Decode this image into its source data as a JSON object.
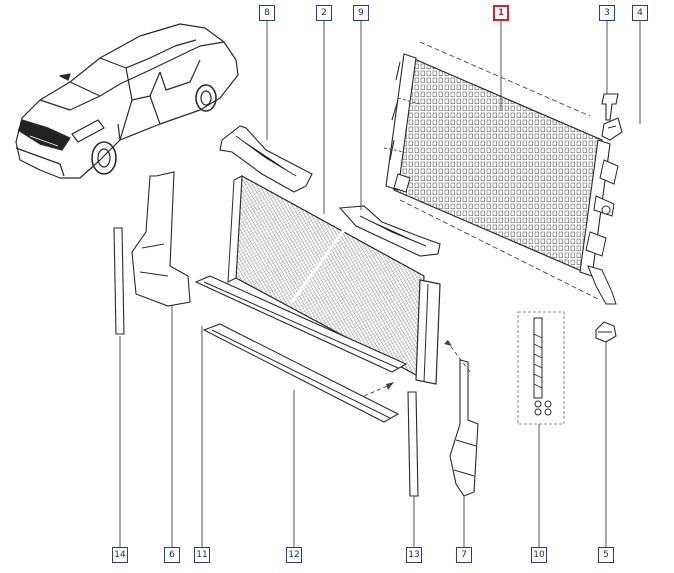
{
  "diagram": {
    "callouts": [
      {
        "id": "1",
        "label": "1",
        "highlight": true
      },
      {
        "id": "2",
        "label": "2"
      },
      {
        "id": "3",
        "label": "3"
      },
      {
        "id": "4",
        "label": "4"
      },
      {
        "id": "5",
        "label": "5"
      },
      {
        "id": "6",
        "label": "6"
      },
      {
        "id": "7",
        "label": "7"
      },
      {
        "id": "8",
        "label": "8"
      },
      {
        "id": "9",
        "label": "9"
      },
      {
        "id": "10",
        "label": "10"
      },
      {
        "id": "11",
        "label": "11"
      },
      {
        "id": "12",
        "label": "12"
      },
      {
        "id": "13",
        "label": "13"
      },
      {
        "id": "14",
        "label": "14"
      }
    ],
    "colors": {
      "line": "#2a2a2a",
      "callout_border": "#2b3f7a",
      "highlight": "#d8202a",
      "leader": "#444444"
    },
    "icons": [
      "car-icon"
    ]
  }
}
